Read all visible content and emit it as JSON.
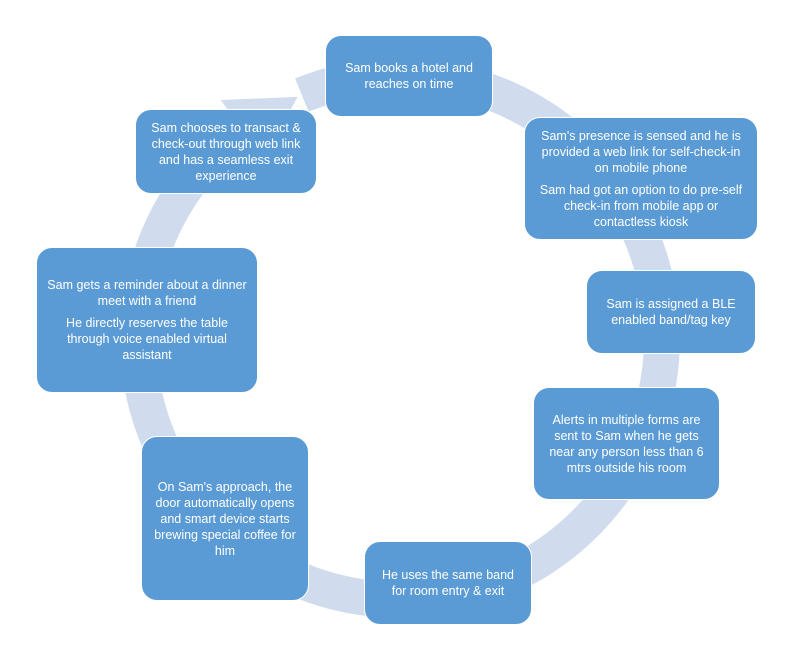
{
  "colors": {
    "node_fill": "#5b9bd5",
    "ring_fill": "#d0dcee",
    "text": "#ffffff",
    "background": "#ffffff"
  },
  "diagram": {
    "type": "cycle",
    "direction": "clockwise",
    "nodes": [
      {
        "id": "book-hotel",
        "lines": [
          "Sam books a hotel and reaches on time"
        ]
      },
      {
        "id": "self-checkin",
        "lines": [
          "Sam's presence is sensed and he is provided a web link for self-check-in on mobile phone",
          "Sam had got an option to do pre-self check-in from mobile app or contactless kiosk"
        ]
      },
      {
        "id": "ble-band",
        "lines": [
          "Sam is assigned a BLE enabled band/tag key"
        ]
      },
      {
        "id": "proximity-alerts",
        "lines": [
          "Alerts in multiple forms are sent to Sam when he gets near any person less than 6 mtrs outside his room"
        ]
      },
      {
        "id": "room-entry",
        "lines": [
          "He uses the same band for room entry & exit"
        ]
      },
      {
        "id": "smart-room",
        "lines": [
          "On Sam's approach, the door automatically opens and smart device starts brewing special coffee for him"
        ]
      },
      {
        "id": "dinner-reminder",
        "lines": [
          "Sam gets a reminder about a dinner meet with a friend",
          "He directly reserves the table through voice enabled virtual assistant"
        ]
      },
      {
        "id": "checkout",
        "lines": [
          "Sam chooses to transact & check-out through web link and has a seamless exit experience"
        ]
      }
    ]
  }
}
